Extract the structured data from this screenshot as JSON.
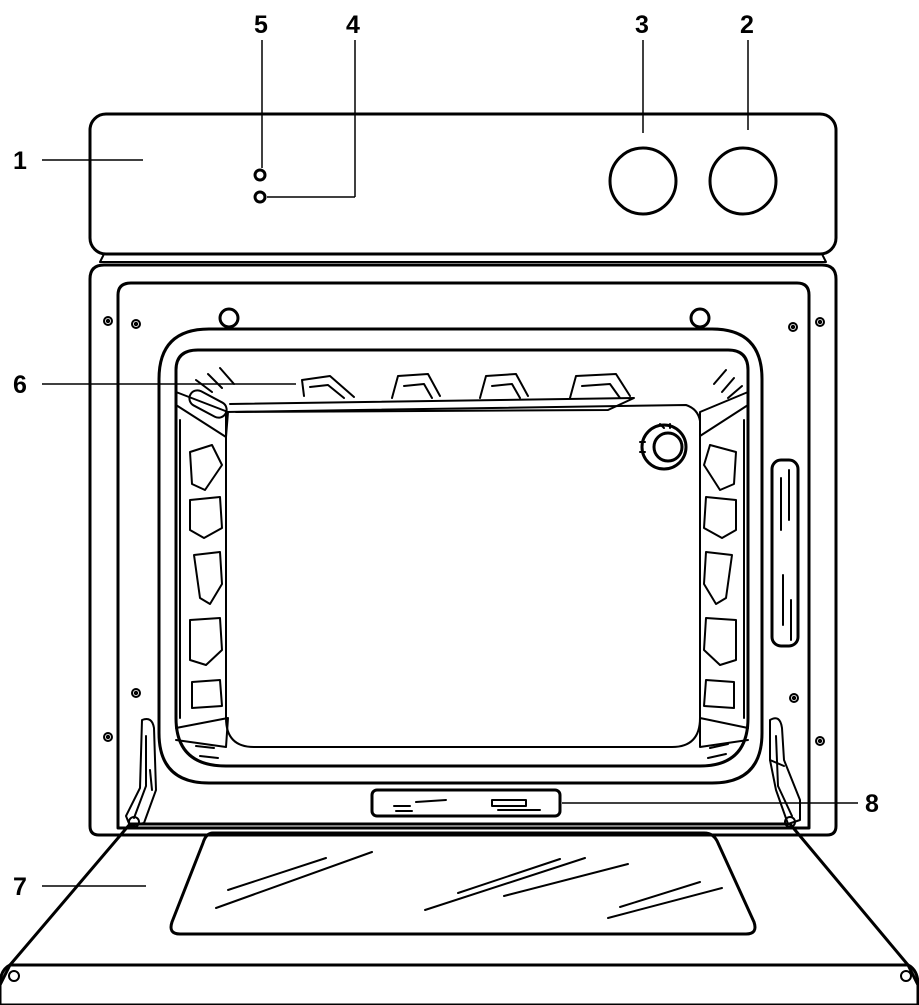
{
  "diagram": {
    "callouts": [
      {
        "id": 1,
        "label": "1"
      },
      {
        "id": 2,
        "label": "2"
      },
      {
        "id": 3,
        "label": "3"
      },
      {
        "id": 4,
        "label": "4"
      },
      {
        "id": 5,
        "label": "5"
      },
      {
        "id": 6,
        "label": "6"
      },
      {
        "id": 7,
        "label": "7"
      },
      {
        "id": 8,
        "label": "8"
      }
    ],
    "line_color": "#000000",
    "background": "#ffffff"
  }
}
